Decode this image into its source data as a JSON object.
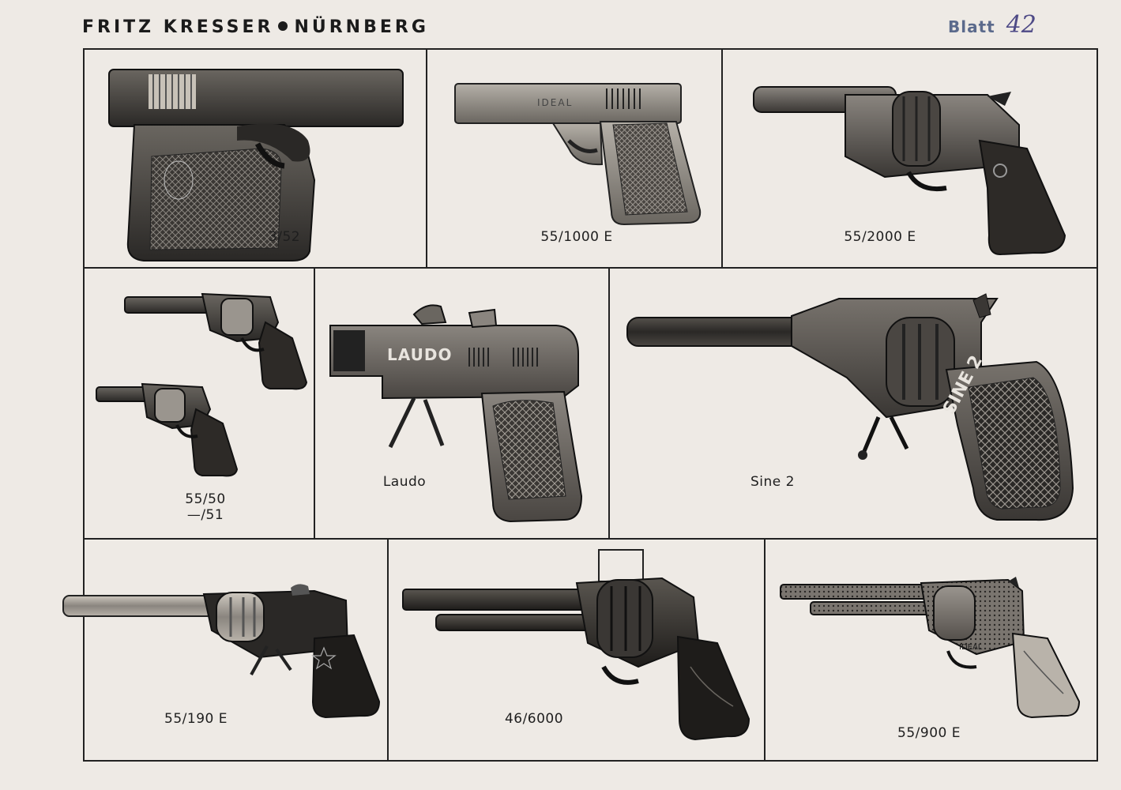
{
  "header": {
    "company": "FRITZ KRESSER",
    "city": "NÜRNBERG"
  },
  "sheet": {
    "label": "Blatt",
    "number": "42"
  },
  "products": [
    {
      "label": "3/52"
    },
    {
      "label": "55/1000 E"
    },
    {
      "label": "55/2000 E"
    },
    {
      "label_line1": "55/50",
      "label_line2": "—/51"
    },
    {
      "label": "Laudo"
    },
    {
      "label": "Sine 2"
    },
    {
      "label": "55/190 E"
    },
    {
      "label": "46/6000"
    },
    {
      "label": "55/900 E"
    }
  ],
  "engravings": {
    "ideal": "IDEAL",
    "laudo": "LAUDO",
    "sine": "SINE 2"
  },
  "colors": {
    "paper": "#eeeae5",
    "ink": "#1b1b1b",
    "stamp": "#4e4a86"
  }
}
